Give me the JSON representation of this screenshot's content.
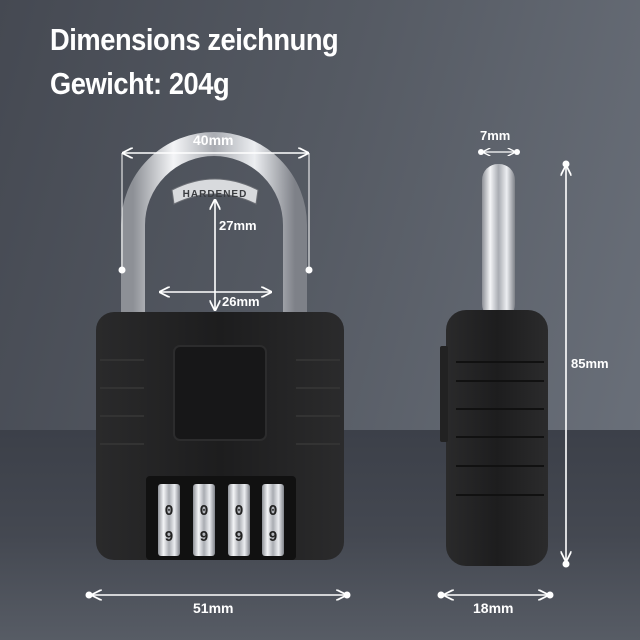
{
  "header": {
    "title": "Dimensions zeichnung",
    "weight": "Gewicht: 204g"
  },
  "front_view": {
    "shackle_label": "HARDENED",
    "dims": {
      "outer_width": "40mm",
      "inner_height": "27mm",
      "inner_width": "26mm",
      "body_width": "51mm"
    },
    "dials": [
      "0",
      "0",
      "0",
      "0"
    ],
    "dials_below": [
      "9",
      "9",
      "9",
      "9"
    ]
  },
  "side_view": {
    "dims": {
      "shackle_diameter": "7mm",
      "total_height": "85mm",
      "body_depth": "18mm"
    }
  },
  "colors": {
    "background_top_left": "#4a4e56",
    "background_top_right": "#6e7580",
    "floor": "#3e424b",
    "lock_body": "#1e1e1f",
    "shackle": "#c8cbd0",
    "annotation": "#ffffff"
  }
}
